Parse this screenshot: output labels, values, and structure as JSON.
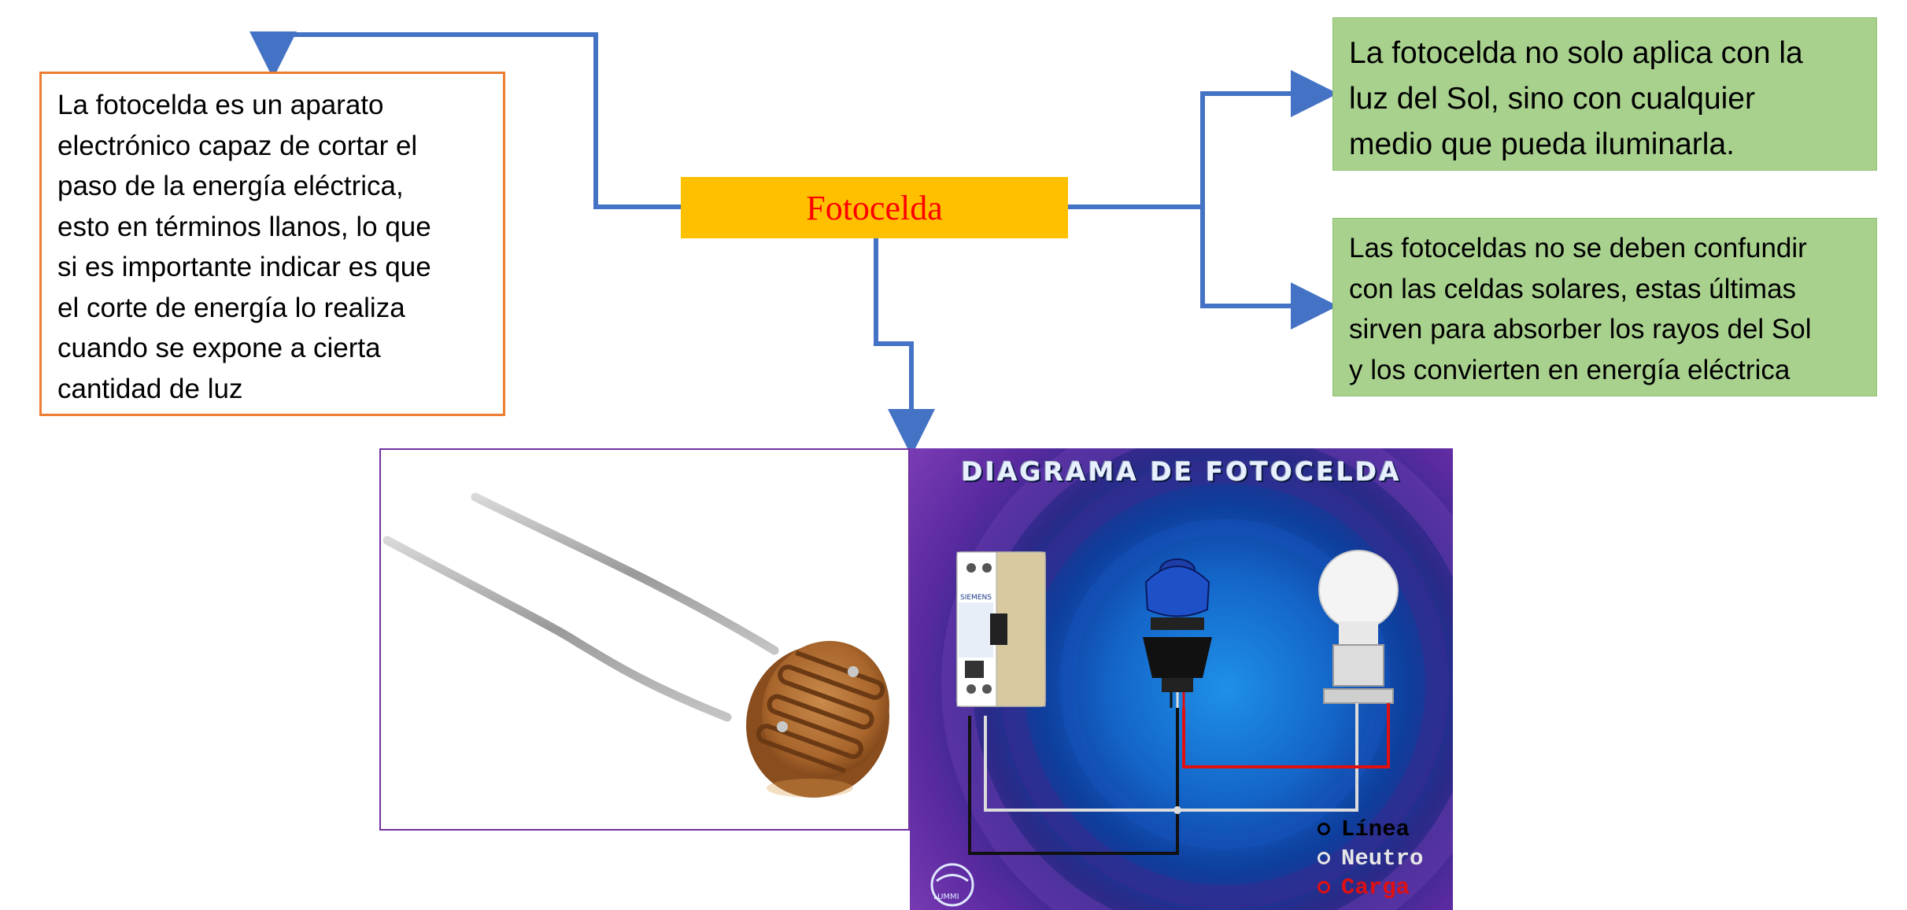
{
  "title": "Fotocelda",
  "left_box": {
    "lines": [
      "La fotocelda es un aparato",
      "electrónico capaz de cortar el",
      "paso de la energía eléctrica,",
      "esto en términos llanos, lo que",
      "si es importante indicar es que",
      "el corte de energía lo realiza",
      "cuando se expone a cierta",
      "cantidad de luz"
    ]
  },
  "right_top": {
    "lines": [
      "La fotocelda no solo aplica con la",
      "luz del Sol, sino con cualquier",
      "medio que pueda iluminarla."
    ]
  },
  "right_bottom": {
    "lines": [
      "Las fotoceldas no se deben confundir",
      "con las celdas solares, estas últimas",
      "sirven para absorber los rayos del Sol",
      "y los convierten en energía eléctrica"
    ]
  },
  "diagram": {
    "title": "DIAGRAMA DE FOTOCELDA",
    "legend": [
      {
        "label": "Línea",
        "color": "#000000"
      },
      {
        "label": "Neutro",
        "color": "#E6E6E6"
      },
      {
        "label": "Carga",
        "color": "#E01010"
      }
    ],
    "breaker_brand": "SIEMENS",
    "logo_text": "LUMMI"
  },
  "colors": {
    "connector": "#4472C4",
    "title_fill": "#FFC000",
    "title_text": "#FF0000",
    "left_border": "#ED7D31",
    "green_fill": "#A9D18E",
    "photo_border": "#7030A0"
  }
}
